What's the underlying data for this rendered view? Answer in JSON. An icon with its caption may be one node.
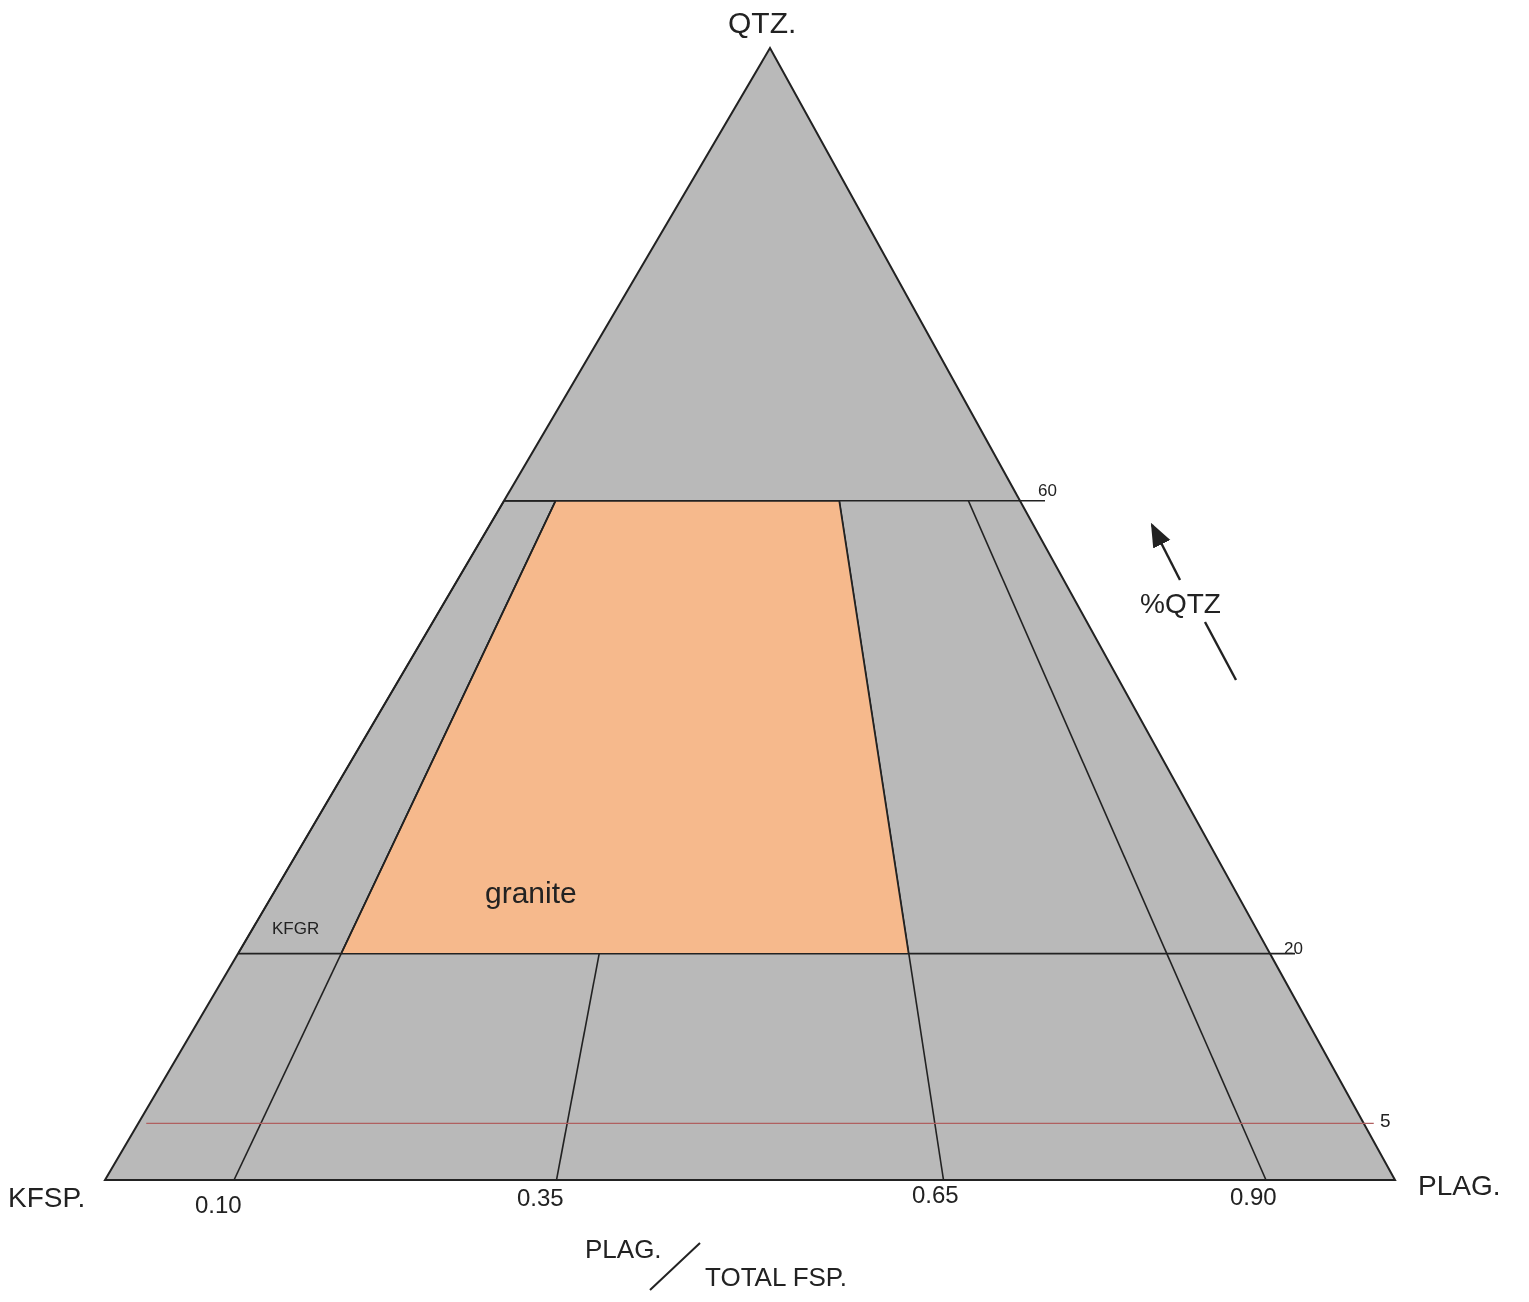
{
  "diagram": {
    "nodes": [
      {
        "text": [
          "granite"
        ]
      },
      {
        "text": [
          "KFGR"
        ]
      }
    ],
    "labels": [
      "QTZ.",
      "60",
      "%QTZ",
      "20",
      "5",
      "KFSP.",
      "0.10",
      "0.35",
      "0.65",
      "0.90",
      "PLAG.",
      "PLAG.",
      "TOTAL FSP."
    ]
  }
}
